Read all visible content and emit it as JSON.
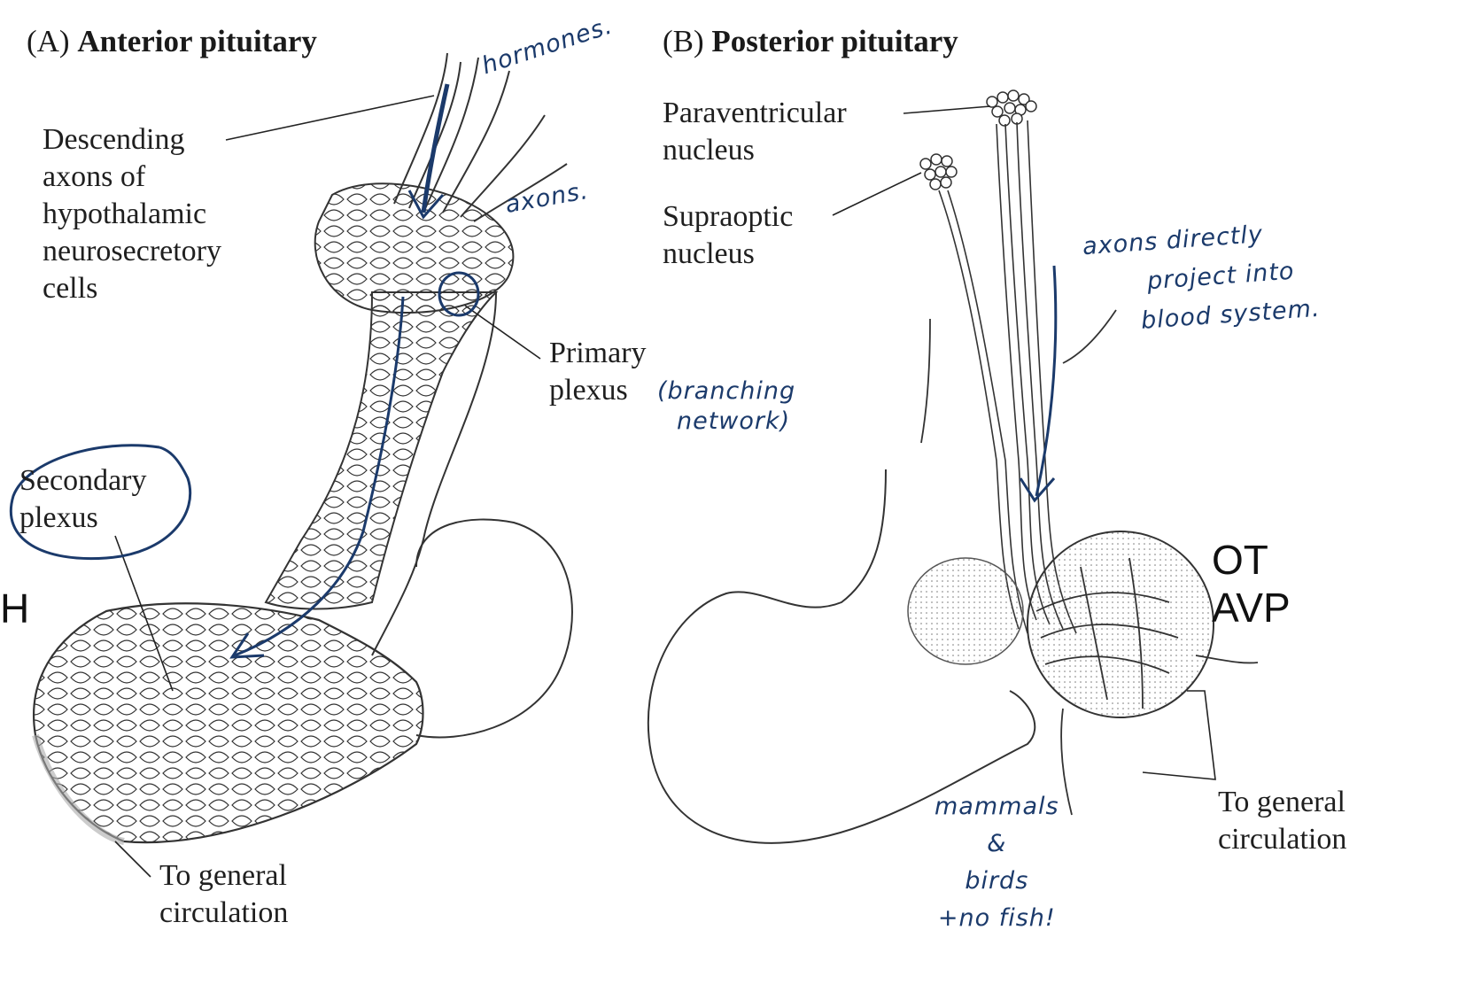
{
  "panel_a": {
    "title_letter": "(A)",
    "title_text": "Anterior pituitary",
    "labels": {
      "descending_axons": [
        "Descending",
        "axons of",
        "hypothalamic",
        "neurosecretory",
        "cells"
      ],
      "primary_plexus": [
        "Primary",
        "plexus"
      ],
      "secondary_plexus": [
        "Secondary",
        "plexus"
      ],
      "to_general_circulation": [
        "To general",
        "circulation"
      ]
    },
    "handwritten": {
      "hormones": "hormones.",
      "axons": "axons.",
      "branching_network": [
        "(branching",
        "network)"
      ]
    },
    "edge_letter": "H"
  },
  "panel_b": {
    "title_letter": "(B)",
    "title_text": "Posterior pituitary",
    "labels": {
      "paraventricular": [
        "Paraventricular",
        "nucleus"
      ],
      "supraoptic": [
        "Supraoptic",
        "nucleus"
      ],
      "to_general_circulation": [
        "To general",
        "circulation"
      ]
    },
    "handwritten": {
      "axons_directly": [
        "axons directly",
        "project into",
        "blood system."
      ],
      "mammals": [
        "mammals",
        "&",
        "birds",
        "+no fish!"
      ]
    },
    "hormones": [
      "OT",
      "AVP"
    ]
  },
  "colors": {
    "ink": "#1f1f1f",
    "pen": "#1b3a6b",
    "stipple": "#d9d9d9"
  }
}
